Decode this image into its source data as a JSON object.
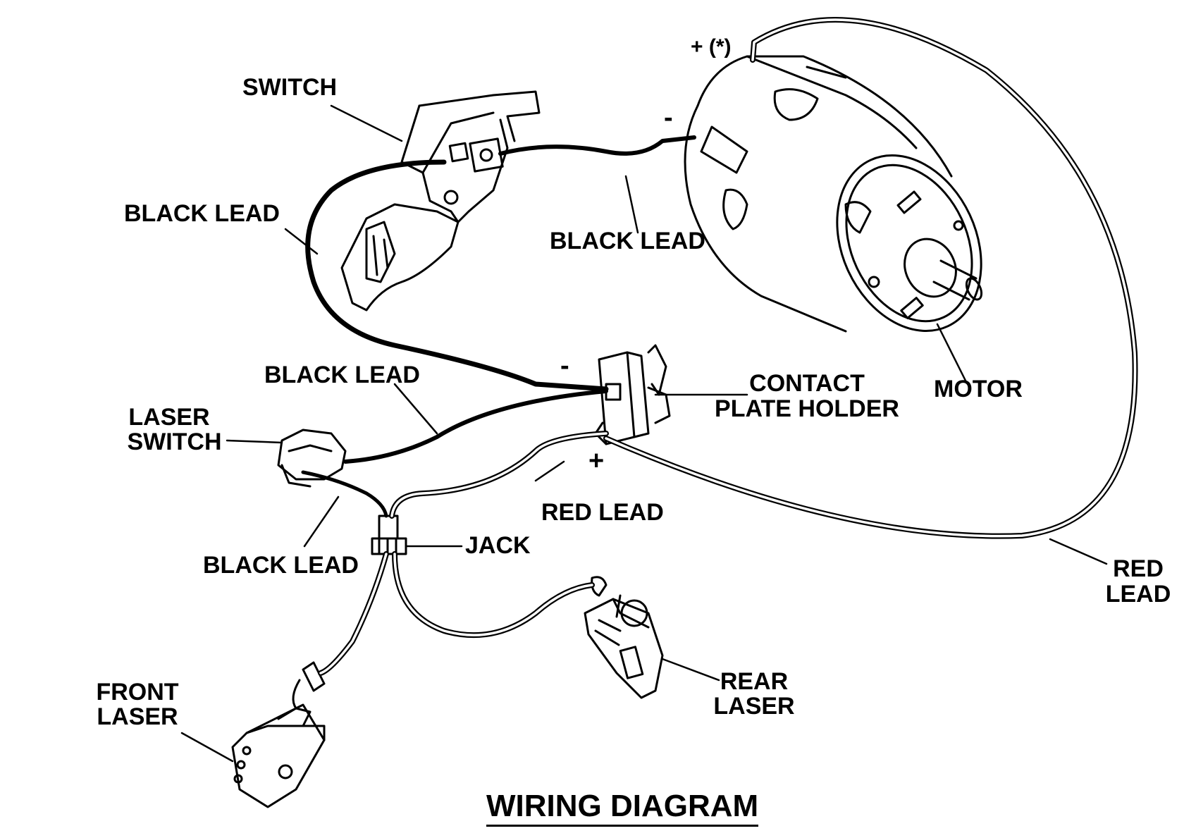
{
  "diagram": {
    "title": "WIRING DIAGRAM",
    "labels": {
      "switch": "SWITCH",
      "black_lead_1": "BLACK LEAD",
      "black_lead_2": "BLACK LEAD",
      "black_lead_3": "BLACK LEAD",
      "black_lead_4": "BLACK LEAD",
      "laser_switch_line1": "LASER",
      "laser_switch_line2": "SWITCH",
      "contact_line1": "CONTACT",
      "contact_line2": "PLATE HOLDER",
      "motor": "MOTOR",
      "red_lead": "RED LEAD",
      "red_lead_right_line1": "RED",
      "red_lead_right_line2": "LEAD",
      "jack": "JACK",
      "front_laser_line1": "FRONT",
      "front_laser_line2": "LASER",
      "rear_laser_line1": "REAR",
      "rear_laser_line2": "LASER"
    },
    "polarity": {
      "motor_plus": "+ (*)",
      "motor_minus": "-",
      "contact_minus": "-",
      "contact_plus": "+"
    }
  }
}
